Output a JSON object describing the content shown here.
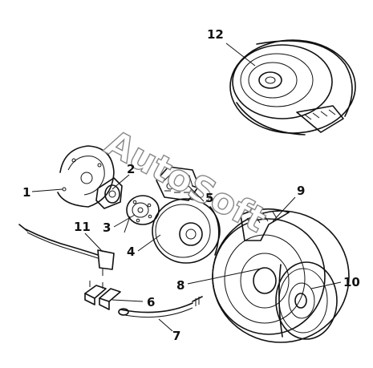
{
  "watermark": "AutoSoft",
  "callouts": [
    {
      "id": "1",
      "label": "1",
      "part": "brake-backing-plate"
    },
    {
      "id": "2",
      "label": "2",
      "part": "wheel-bearing-housing"
    },
    {
      "id": "3",
      "label": "3",
      "part": "wheel-hub"
    },
    {
      "id": "4",
      "label": "4",
      "part": "brake-disc"
    },
    {
      "id": "5",
      "label": "5",
      "part": "brake-caliper"
    },
    {
      "id": "6",
      "label": "6",
      "part": "brake-pads"
    },
    {
      "id": "7",
      "label": "7",
      "part": "brake-hose"
    },
    {
      "id": "8",
      "label": "8",
      "part": "wheel"
    },
    {
      "id": "9",
      "label": "9",
      "part": "tyre"
    },
    {
      "id": "10",
      "label": "10",
      "part": "hub-cap"
    },
    {
      "id": "11",
      "label": "11",
      "part": "abs-sensor"
    },
    {
      "id": "12",
      "label": "12",
      "part": "spare-wheel"
    }
  ]
}
